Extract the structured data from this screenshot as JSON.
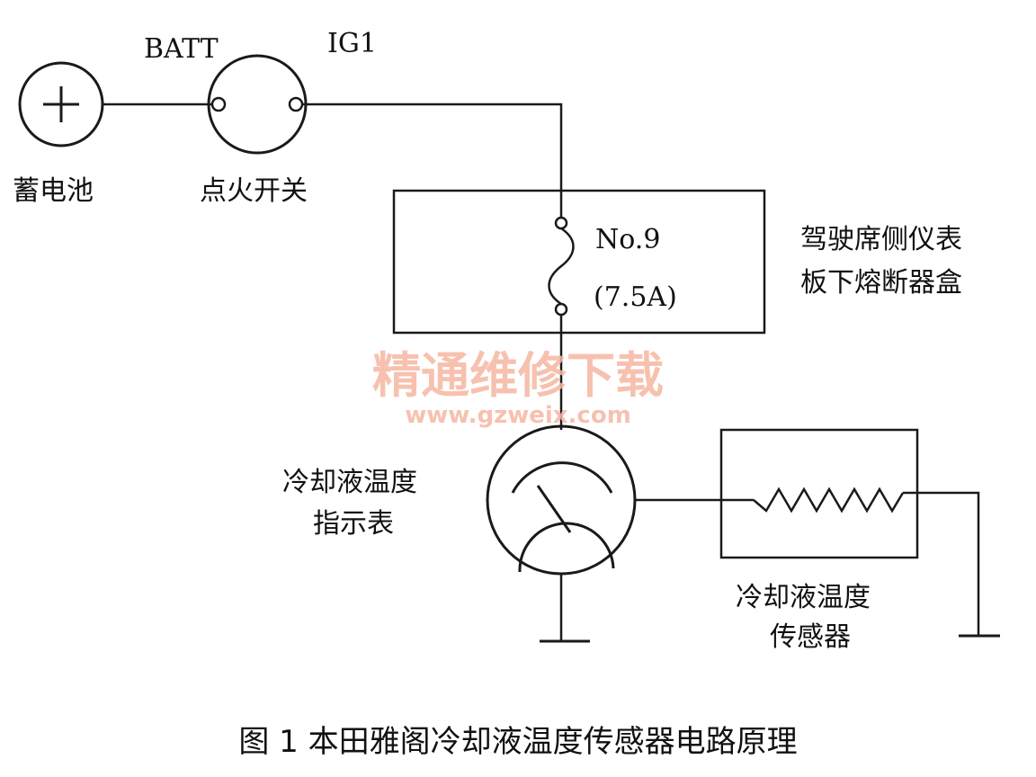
{
  "labels": {
    "batt": "BATT",
    "ig1": "IG1",
    "battery": "蓄电池",
    "ignition_switch": "点火开关",
    "fuse_no": "No.9",
    "fuse_rating": "(7.5A)",
    "fuse_box_line1": "驾驶席侧仪表",
    "fuse_box_line2": "板下熔断器盒",
    "gauge_line1": "冷却液温度",
    "gauge_line2": "指示表",
    "sensor_line1": "冷却液温度",
    "sensor_line2": "传感器"
  },
  "watermark": {
    "line1": "精通维修下载",
    "line2": "www.gzweix.com"
  },
  "caption": "图 1 本田雅阁冷却液温度传感器电路原理",
  "colors": {
    "ink": "#1a1a1a",
    "watermark": "#f6b7a2"
  }
}
